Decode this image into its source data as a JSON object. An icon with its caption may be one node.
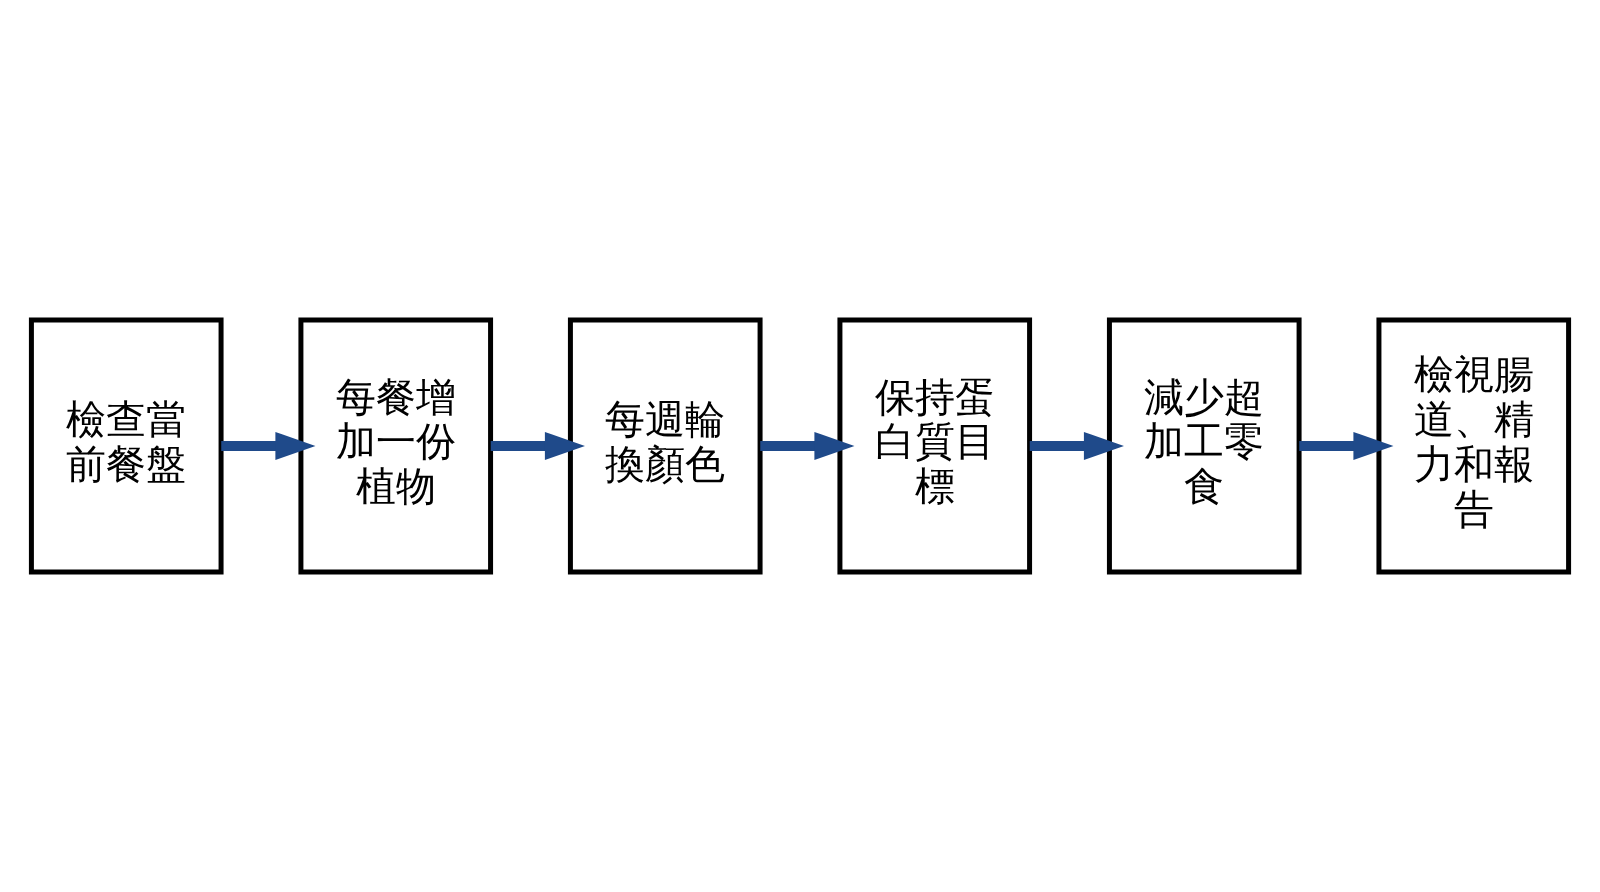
{
  "diagram": {
    "nodes": [
      {
        "text": [
          "檢查當前餐盤"
        ]
      },
      {
        "text": [
          "每餐增加一份植物"
        ]
      },
      {
        "text": [
          "每週輪換顏色"
        ]
      },
      {
        "text": [
          "保持蛋白質目標"
        ]
      },
      {
        "text": [
          "減少超加工零食"
        ]
      },
      {
        "text": [
          "檢視腸道、精力和報告"
        ]
      }
    ],
    "edges": [
      {
        "from": 0,
        "to": 1,
        "arrow": "to"
      },
      {
        "from": 1,
        "to": 2,
        "arrow": "to"
      },
      {
        "from": 2,
        "to": 3,
        "arrow": "to"
      },
      {
        "from": 3,
        "to": 4,
        "arrow": "to"
      },
      {
        "from": 4,
        "to": 5,
        "arrow": "to"
      }
    ]
  }
}
